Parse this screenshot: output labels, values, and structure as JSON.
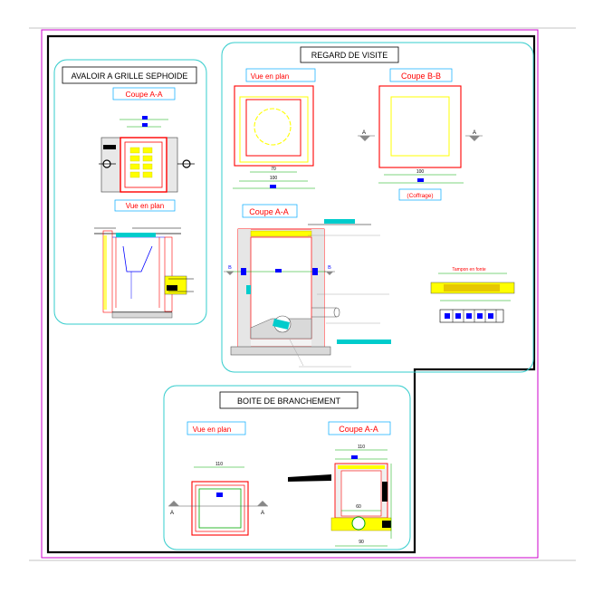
{
  "panels": {
    "avaloir": {
      "title": "AVALOIR A GRILLE SEPHOIDE",
      "section_label": "Coupe A-A",
      "plan_label": "Vue en plan"
    },
    "regard": {
      "title": "REGARD DE VISITE",
      "plan_label": "Vue en plan",
      "section_bb_label": "Coupe B-B",
      "section_aa_label": "Coupe A-A",
      "coffrage_label": "(Coffrage)",
      "dim_inner": "70",
      "dim_outer": "100",
      "dim_bb": "100",
      "tampon_label": "Tampon en fonte",
      "marker_a": "A",
      "marker_b": "B"
    },
    "boite": {
      "title": "BOITE DE BRANCHEMENT",
      "plan_label": "Vue en plan",
      "section_label": "Coupe A-A",
      "dim_plan": "110",
      "dim_section_top": "110",
      "dim_section_inner": "60",
      "dim_section_bottom": "90",
      "marker_a": "A"
    }
  },
  "colors": {
    "panel_border": "#33cccc",
    "red": "#ff0000",
    "yellow": "#ffff00",
    "blue": "#0000ff",
    "green": "#00aa00",
    "cyan": "#00cccc",
    "magenta": "#cc00cc",
    "frame": "#000000"
  }
}
